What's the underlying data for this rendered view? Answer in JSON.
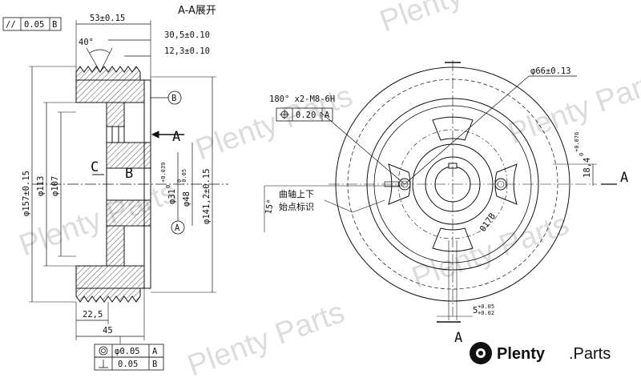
{
  "section_title": "A-A展开",
  "left_view": {
    "tol_flatness": {
      "symbol": "//",
      "value": "0.05",
      "datum": "B"
    },
    "width_total": "53±0.15",
    "angle": "40°",
    "width_mid": "30,5±0.10",
    "width_small": "12,3±0.10",
    "datum_b_label": "B",
    "section_mark": "A",
    "label_c": "C",
    "label_b": "B",
    "dia_outer": "φ157±0.15",
    "dia_113": "φ113",
    "dia_107": "φ107",
    "dia_31": "φ31",
    "dia_31_tol": "+0.039",
    "dia_31_tol_lo": "0",
    "dia_48": "φ48",
    "dia_48_tol": "0",
    "dia_48_tol_lo": "-0.05",
    "dia_141": "φ141,2±0.15",
    "datum_a_label": "A",
    "width_22": "22,5",
    "width_45": "45",
    "tol_concentric": {
      "value": "φ0.05",
      "datum": "A"
    },
    "tol_perp": {
      "value": "0.05",
      "datum": "B"
    }
  },
  "right_view": {
    "thread_spec": "180° x2-M8-6H",
    "position_tol": {
      "value": "0.20",
      "datum": "A"
    },
    "dia_66": "φ66±0.13",
    "dim_18": "18,4",
    "dim_18_tol": "+0.076",
    "dim_18_tol_lo": "0",
    "section_mark": "A",
    "note_line1": "曲轴上下",
    "note_line2": "始点标识",
    "angle_15": "15°",
    "engraving": "017B",
    "key_width": "5",
    "key_tol": "+0.05",
    "key_tol_lo": "+0.02"
  },
  "watermark": "Plenty Parts",
  "brand": {
    "name": "Plenty",
    "suffix": ".Parts"
  }
}
